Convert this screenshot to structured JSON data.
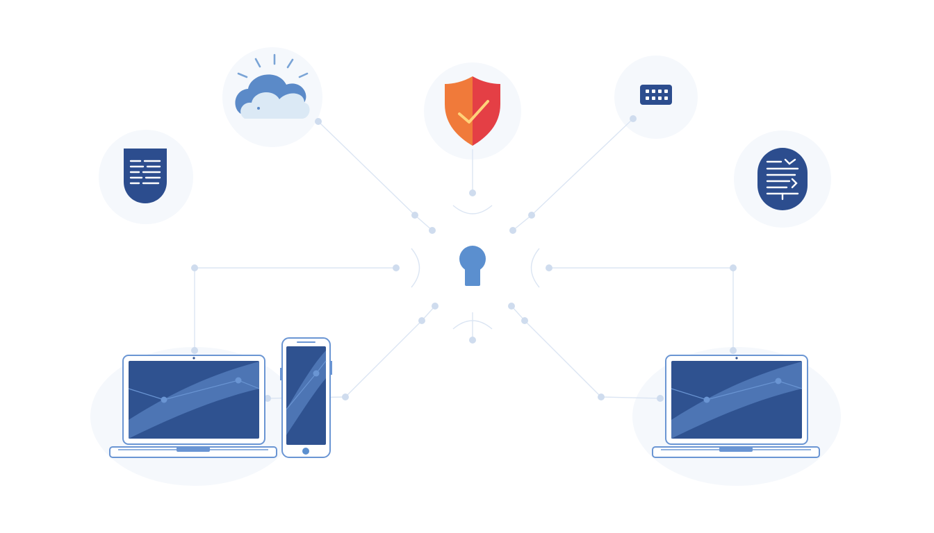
{
  "colors": {
    "background": "#ffffff",
    "navy": "#2c4d8e",
    "device_outline": "#6a95d3",
    "screen_fill": "#2f5290",
    "screen_sweep": "#4d75b4",
    "connector_line": "#dbe5f3",
    "connector_node": "#cfdcee",
    "halo": "#f5f8fc",
    "cloud_fill": "#dbe9f5",
    "cloud_blue": "#5b8ac8",
    "sun_ray": "#7aa4d6",
    "shield_orange": "#f07a3a",
    "shield_red": "#e43f45",
    "check": "#ffd27a",
    "keyhole": "#5b8fcf"
  },
  "icons": {
    "cloud": "cloud-icon",
    "shield": "shield-check-icon",
    "keypad": "keypad-icon",
    "document_shield": "document-shield-icon",
    "server_badge": "server-list-icon",
    "keyhole": "keyhole-icon",
    "laptop_left": "laptop-icon",
    "phone": "smartphone-icon",
    "laptop_right": "laptop-icon"
  },
  "diagram": {
    "hub": "keyhole",
    "spokes": [
      "cloud",
      "shield",
      "keypad",
      "left-network",
      "right-network",
      "left-devices",
      "right-device"
    ]
  }
}
